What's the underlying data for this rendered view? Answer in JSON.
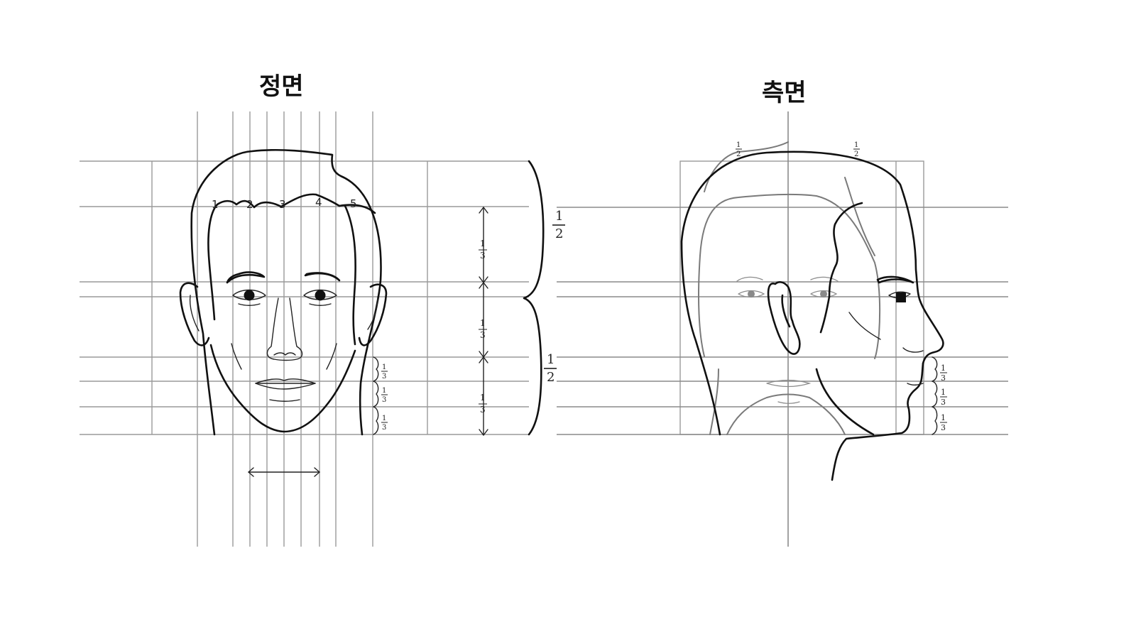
{
  "titles": {
    "front": "정면",
    "side": "측면"
  },
  "hairline_numbers": [
    "1",
    "2",
    "3",
    "4",
    "5"
  ],
  "fractions": {
    "third": {
      "num": "1",
      "den": "3"
    },
    "half": {
      "num": "1",
      "den": "2"
    }
  }
}
